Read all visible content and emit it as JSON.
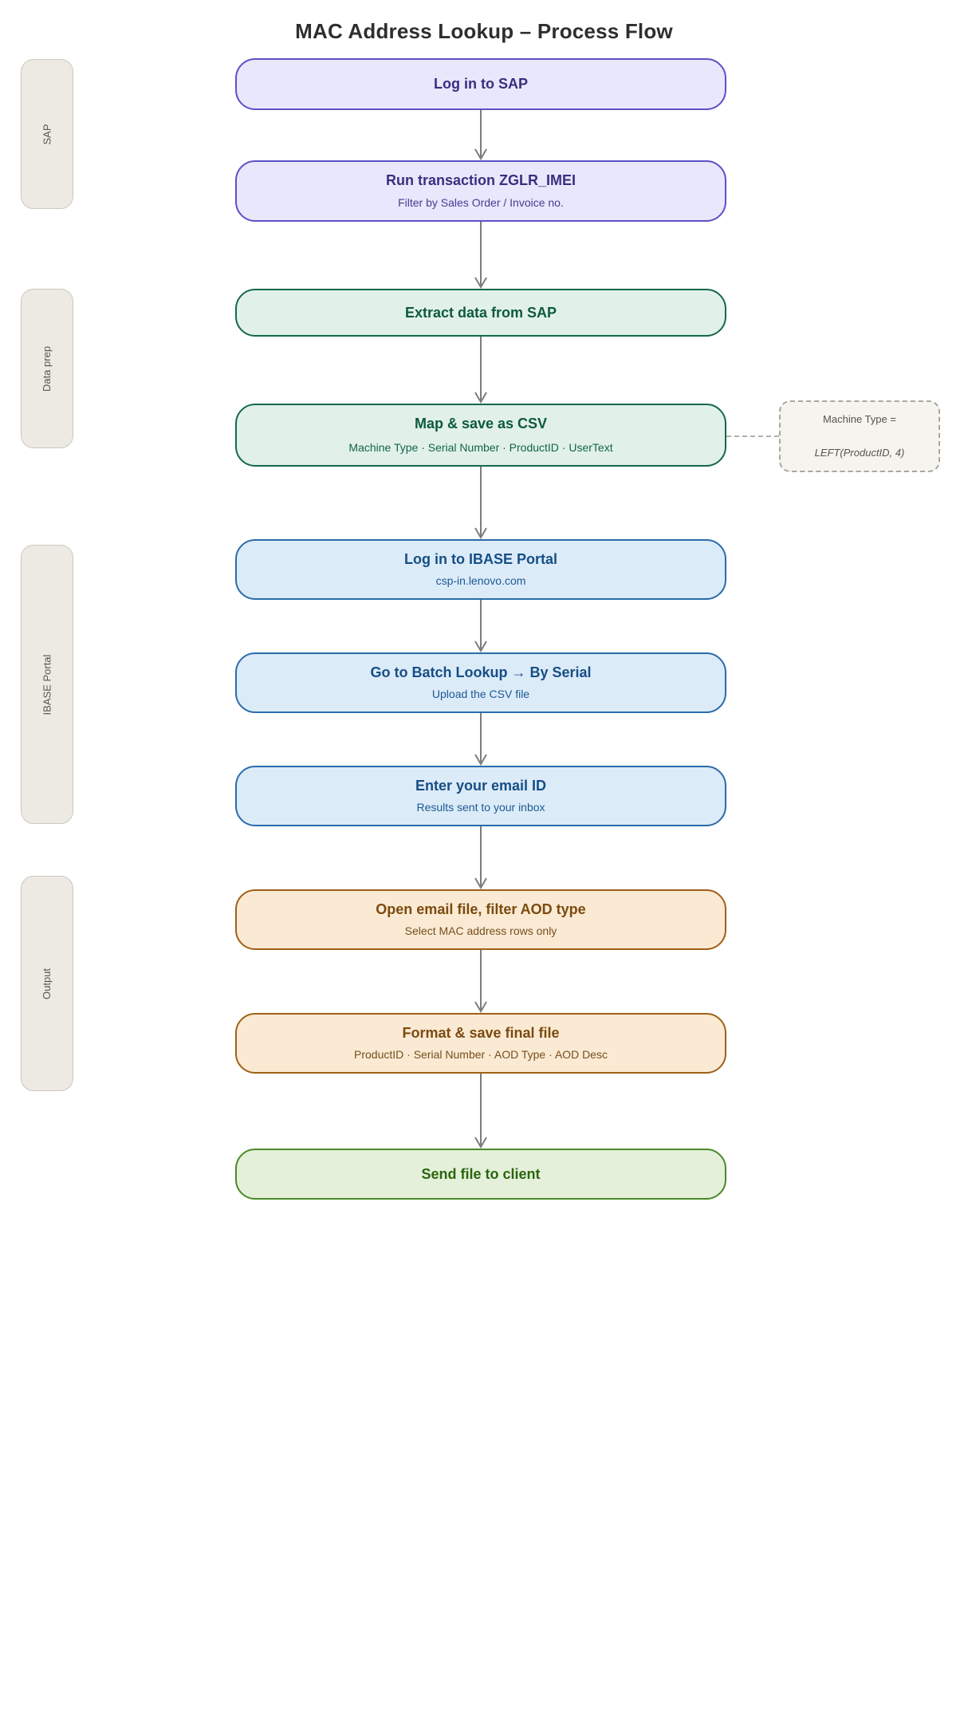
{
  "page": {
    "title": "MAC Address Lookup – Process Flow"
  },
  "lanes": [
    {
      "label": "SAP"
    },
    {
      "label": "Data prep"
    },
    {
      "label": "IBASE Portal"
    },
    {
      "label": "Output"
    }
  ],
  "steps": [
    {
      "title": "Log in to SAP"
    },
    {
      "title": "Run transaction ZGLR_IMEI",
      "subtitle": "Filter by Sales Order / Invoice no."
    },
    {
      "title": "Extract data from SAP"
    },
    {
      "title": "Map & save as CSV",
      "subtitle": "Machine Type · Serial Number · ProductID · UserText"
    },
    {
      "title": "Log in to IBASE Portal",
      "subtitle": "csp-in.lenovo.com"
    },
    {
      "title": "Go to Batch Lookup → By Serial",
      "subtitle": "Upload the CSV file"
    },
    {
      "title": "Enter your email ID",
      "subtitle": "Results sent to your inbox"
    },
    {
      "title": "Open email file, filter AOD type",
      "subtitle": "Select MAC address rows only"
    },
    {
      "title": "Format & save final file",
      "subtitle": "ProductID · Serial Number · AOD Type · AOD Desc"
    },
    {
      "title": "Send file to client"
    }
  ],
  "note": {
    "line1": "Machine Type =",
    "line2": "LEFT(ProductID, 4)"
  },
  "colors": {
    "purple_fill": "#E9E7FB",
    "purple_border": "#5B51C9",
    "purple_text": "#36307F",
    "teal_fill": "#E1F1E9",
    "teal_border": "#15684A",
    "teal_text": "#0D5A3E",
    "blue_fill": "#DCEBF8",
    "blue_border": "#2A6CAB",
    "blue_text": "#164E85",
    "orange_fill": "#FAEAD3",
    "orange_border": "#A06018",
    "orange_text": "#7C4A10",
    "green_fill": "#E4F0D9",
    "green_border": "#4A8A28",
    "green_text": "#2C650F",
    "lane_fill": "#ECEAE2",
    "lane_border": "#CBC8BE",
    "muted_text": "#57544C",
    "arrow": "#7D7D78",
    "title_text": "#2E2E2E"
  }
}
